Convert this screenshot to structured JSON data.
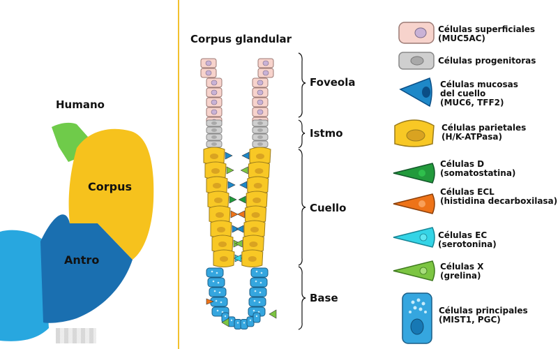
{
  "left": {
    "title": "Humano",
    "regions": {
      "corpus": "Corpus",
      "antro": "Antro"
    }
  },
  "gland": {
    "title": "Corpus glandular",
    "zones": {
      "foveola": "Foveola",
      "istmo": "Istmo",
      "cuello": "Cuello",
      "base": "Base"
    }
  },
  "legend": [
    {
      "id": "superficiales",
      "text": "Células superficiales\n(MUC5AC)",
      "color": "#f7d3cc",
      "accent": "#c9b2d6"
    },
    {
      "id": "progenitoras",
      "text": "Células progenitoras",
      "color": "#cfcfcf",
      "accent": "#a9a9a9"
    },
    {
      "id": "mucosas",
      "text": "Células mucosas\ndel cuello\n(MUC6, TFF2)",
      "color": "#1e88c8",
      "accent": "#0b4e86"
    },
    {
      "id": "parietales",
      "text": "Células parietales\n(H/K-ATPasa)",
      "color": "#f8c825",
      "accent": "#d9a321"
    },
    {
      "id": "d",
      "text": "Células  D\n(somatostatina)",
      "color": "#229a3c",
      "accent": "#2fbf4c"
    },
    {
      "id": "ecl",
      "text": "Células ECL\n(histidina decarboxilasa)",
      "color": "#ee7318",
      "accent": "#f8a05a"
    },
    {
      "id": "ec",
      "text": "Células  EC\n(serotonina)",
      "color": "#34d4e6",
      "accent": "#5fe6f1"
    },
    {
      "id": "x",
      "text": "Células  X\n(grelina)",
      "color": "#7cc542",
      "accent": "#a8de7c"
    },
    {
      "id": "principales",
      "text": "Células principales\n(MIST1, PGC)",
      "color": "#35a6df",
      "accent": "#1778b4"
    }
  ],
  "colors": {
    "divider": "#f2c12e",
    "corpus": "#f6c21d",
    "antro": "#1a6fb0",
    "duodeno": "#28a7df",
    "esofago": "#6fcb4a"
  }
}
